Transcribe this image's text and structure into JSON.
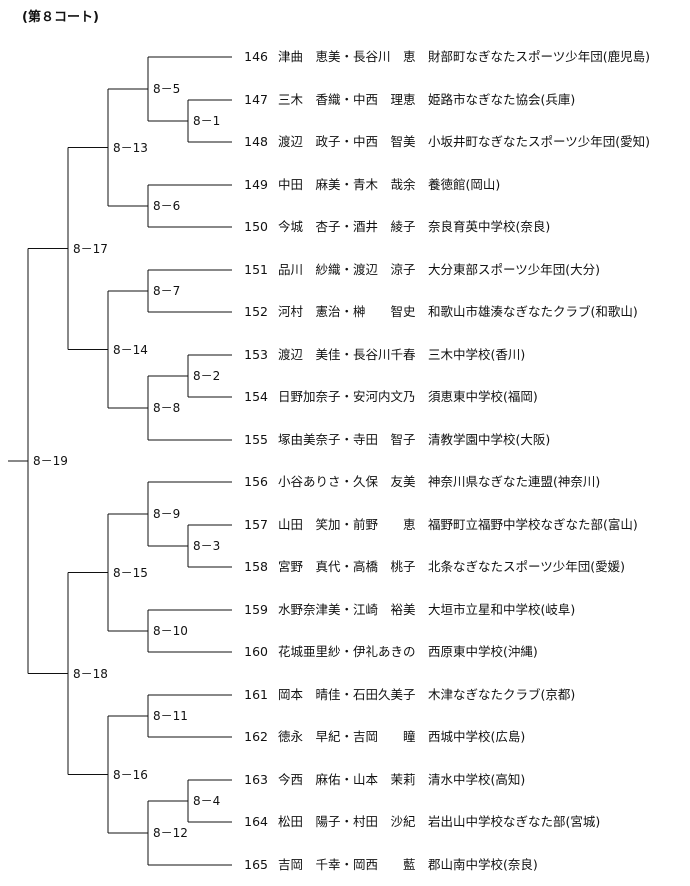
{
  "court_title": "(第８コート)",
  "entries": [
    {
      "num": "146",
      "names": "津曲　恵美・長谷川　恵",
      "team": "財部町なぎなたスポーツ少年団(鹿児島)"
    },
    {
      "num": "147",
      "names": "三木　香織・中西　理恵",
      "team": "姫路市なぎなた協会(兵庫)"
    },
    {
      "num": "148",
      "names": "渡辺　政子・中西　智美",
      "team": "小坂井町なぎなたスポーツ少年団(愛知)"
    },
    {
      "num": "149",
      "names": "中田　麻美・青木　哉余",
      "team": "養徳館(岡山)"
    },
    {
      "num": "150",
      "names": "今城　杏子・酒井　綾子",
      "team": "奈良育英中学校(奈良)"
    },
    {
      "num": "151",
      "names": "品川　紗織・渡辺　涼子",
      "team": "大分東部スポーツ少年団(大分)"
    },
    {
      "num": "152",
      "names": "河村　憲治・榊　　智史",
      "team": "和歌山市雄湊なぎなたクラブ(和歌山)"
    },
    {
      "num": "153",
      "names": "渡辺　美佳・長谷川千春",
      "team": "三木中学校(香川)"
    },
    {
      "num": "154",
      "names": "日野加奈子・安河内文乃",
      "team": "須恵東中学校(福岡)"
    },
    {
      "num": "155",
      "names": "塚由美奈子・寺田　智子",
      "team": "清教学園中学校(大阪)"
    },
    {
      "num": "156",
      "names": "小谷ありさ・久保　友美",
      "team": "神奈川県なぎなた連盟(神奈川)"
    },
    {
      "num": "157",
      "names": "山田　笑加・前野　　恵",
      "team": "福野町立福野中学校なぎなた部(富山)"
    },
    {
      "num": "158",
      "names": "宮野　真代・高橋　桃子",
      "team": "北条なぎなたスポーツ少年団(愛媛)"
    },
    {
      "num": "159",
      "names": "水野奈津美・江崎　裕美",
      "team": "大垣市立星和中学校(岐阜)"
    },
    {
      "num": "160",
      "names": "花城亜里紗・伊礼あきの",
      "team": "西原東中学校(沖縄)"
    },
    {
      "num": "161",
      "names": "岡本　晴佳・石田久美子",
      "team": "木津なぎなたクラブ(京都)"
    },
    {
      "num": "162",
      "names": "徳永　早紀・吉岡　　瞳",
      "team": "西城中学校(広島)"
    },
    {
      "num": "163",
      "names": "今西　麻佑・山本　茉莉",
      "team": "清水中学校(高知)"
    },
    {
      "num": "164",
      "names": "松田　陽子・村田　沙紀",
      "team": "岩出山中学校なぎなた部(宮城)"
    },
    {
      "num": "165",
      "names": "吉岡　千幸・岡西　　藍",
      "team": "郡山南中学校(奈良)"
    }
  ],
  "matches": [
    {
      "id": "8－1"
    },
    {
      "id": "8－2"
    },
    {
      "id": "8－3"
    },
    {
      "id": "8－4"
    },
    {
      "id": "8－5"
    },
    {
      "id": "8－6"
    },
    {
      "id": "8－7"
    },
    {
      "id": "8－8"
    },
    {
      "id": "8－9"
    },
    {
      "id": "8－10"
    },
    {
      "id": "8－11"
    },
    {
      "id": "8－12"
    },
    {
      "id": "8－13"
    },
    {
      "id": "8－14"
    },
    {
      "id": "8－15"
    },
    {
      "id": "8－16"
    },
    {
      "id": "8－17"
    },
    {
      "id": "8－18"
    },
    {
      "id": "8－19"
    }
  ]
}
